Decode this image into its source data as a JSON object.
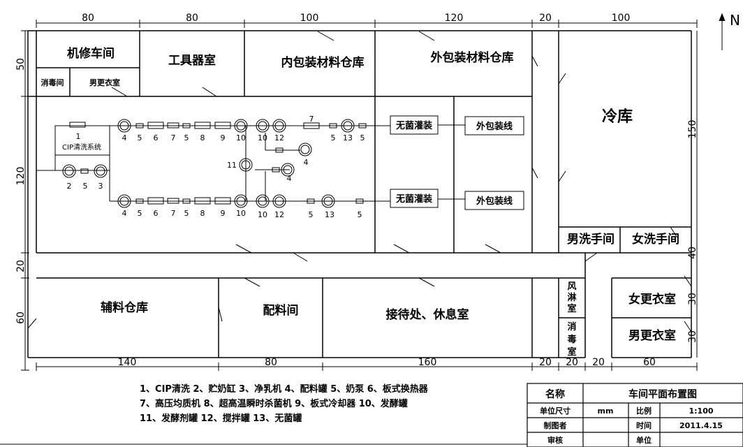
{
  "north": "N",
  "dims": {
    "top": [
      "80",
      "80",
      "100",
      "120",
      "20",
      "100"
    ],
    "bottom": [
      "140",
      "80",
      "160",
      "20",
      "20",
      "20",
      "60"
    ],
    "left": [
      "50",
      "120",
      "20",
      "60"
    ],
    "right": [
      "150",
      "40",
      "30",
      "30"
    ]
  },
  "rooms": {
    "repair": "机修车间",
    "disinfect": "消毒间",
    "mens_locker_top": "男更衣室",
    "tools": "工具器室",
    "inner_pack": "内包装材料仓库",
    "outer_pack": "外包装材料仓库",
    "cold": "冷库",
    "cip": "CIP清洗系统",
    "aseptic1": "无菌灌装",
    "aseptic2": "无菌灌装",
    "outer_line1": "外包装线",
    "outer_line2": "外包装线",
    "men_wash": "男洗手间",
    "women_wash": "女洗手间",
    "aux": "辅料仓库",
    "batching": "配料间",
    "reception": "接待处、休息室",
    "air_shower": [
      "风",
      "淋",
      "室"
    ],
    "disinfect_v": [
      "消",
      "毒",
      "室"
    ],
    "women_locker": "女更衣室",
    "men_locker": "男更衣室"
  },
  "equip_labels": {
    "cip_num": "1",
    "left_row": [
      "2",
      "5",
      "3"
    ],
    "top_row": [
      "4",
      "5",
      "6",
      "7",
      "5",
      "8",
      "9",
      "10",
      "10",
      "12",
      "7",
      "5",
      "13",
      "5"
    ],
    "bottom_row": [
      "4",
      "5",
      "6",
      "7",
      "5",
      "8",
      "9",
      "10",
      "10",
      "12",
      "5",
      "13",
      "5"
    ],
    "mid_11": "11",
    "mid_4a": "4",
    "mid_4b": "4"
  },
  "legend": [
    "1、CIP清洗 2、贮奶缸 3、净乳机 4、配料罐 5、奶泵 6、板式换热器",
    "7、高压均质机 8、超高温瞬时杀菌机 9、板式冷却器 10、发酵罐",
    "11、发酵剂罐 12、搅拌罐 13、无菌罐"
  ],
  "title_block": {
    "name_label": "名称",
    "name_value": "车间平面布置图",
    "unit_label": "单位尺寸",
    "unit_value": "mm",
    "scale_label": "比例",
    "scale_value": "1:100",
    "drawer_label": "制图者",
    "time_label": "时间",
    "time_value": "2011.4.15",
    "review_label": "审核",
    "dept_label": "单位"
  }
}
